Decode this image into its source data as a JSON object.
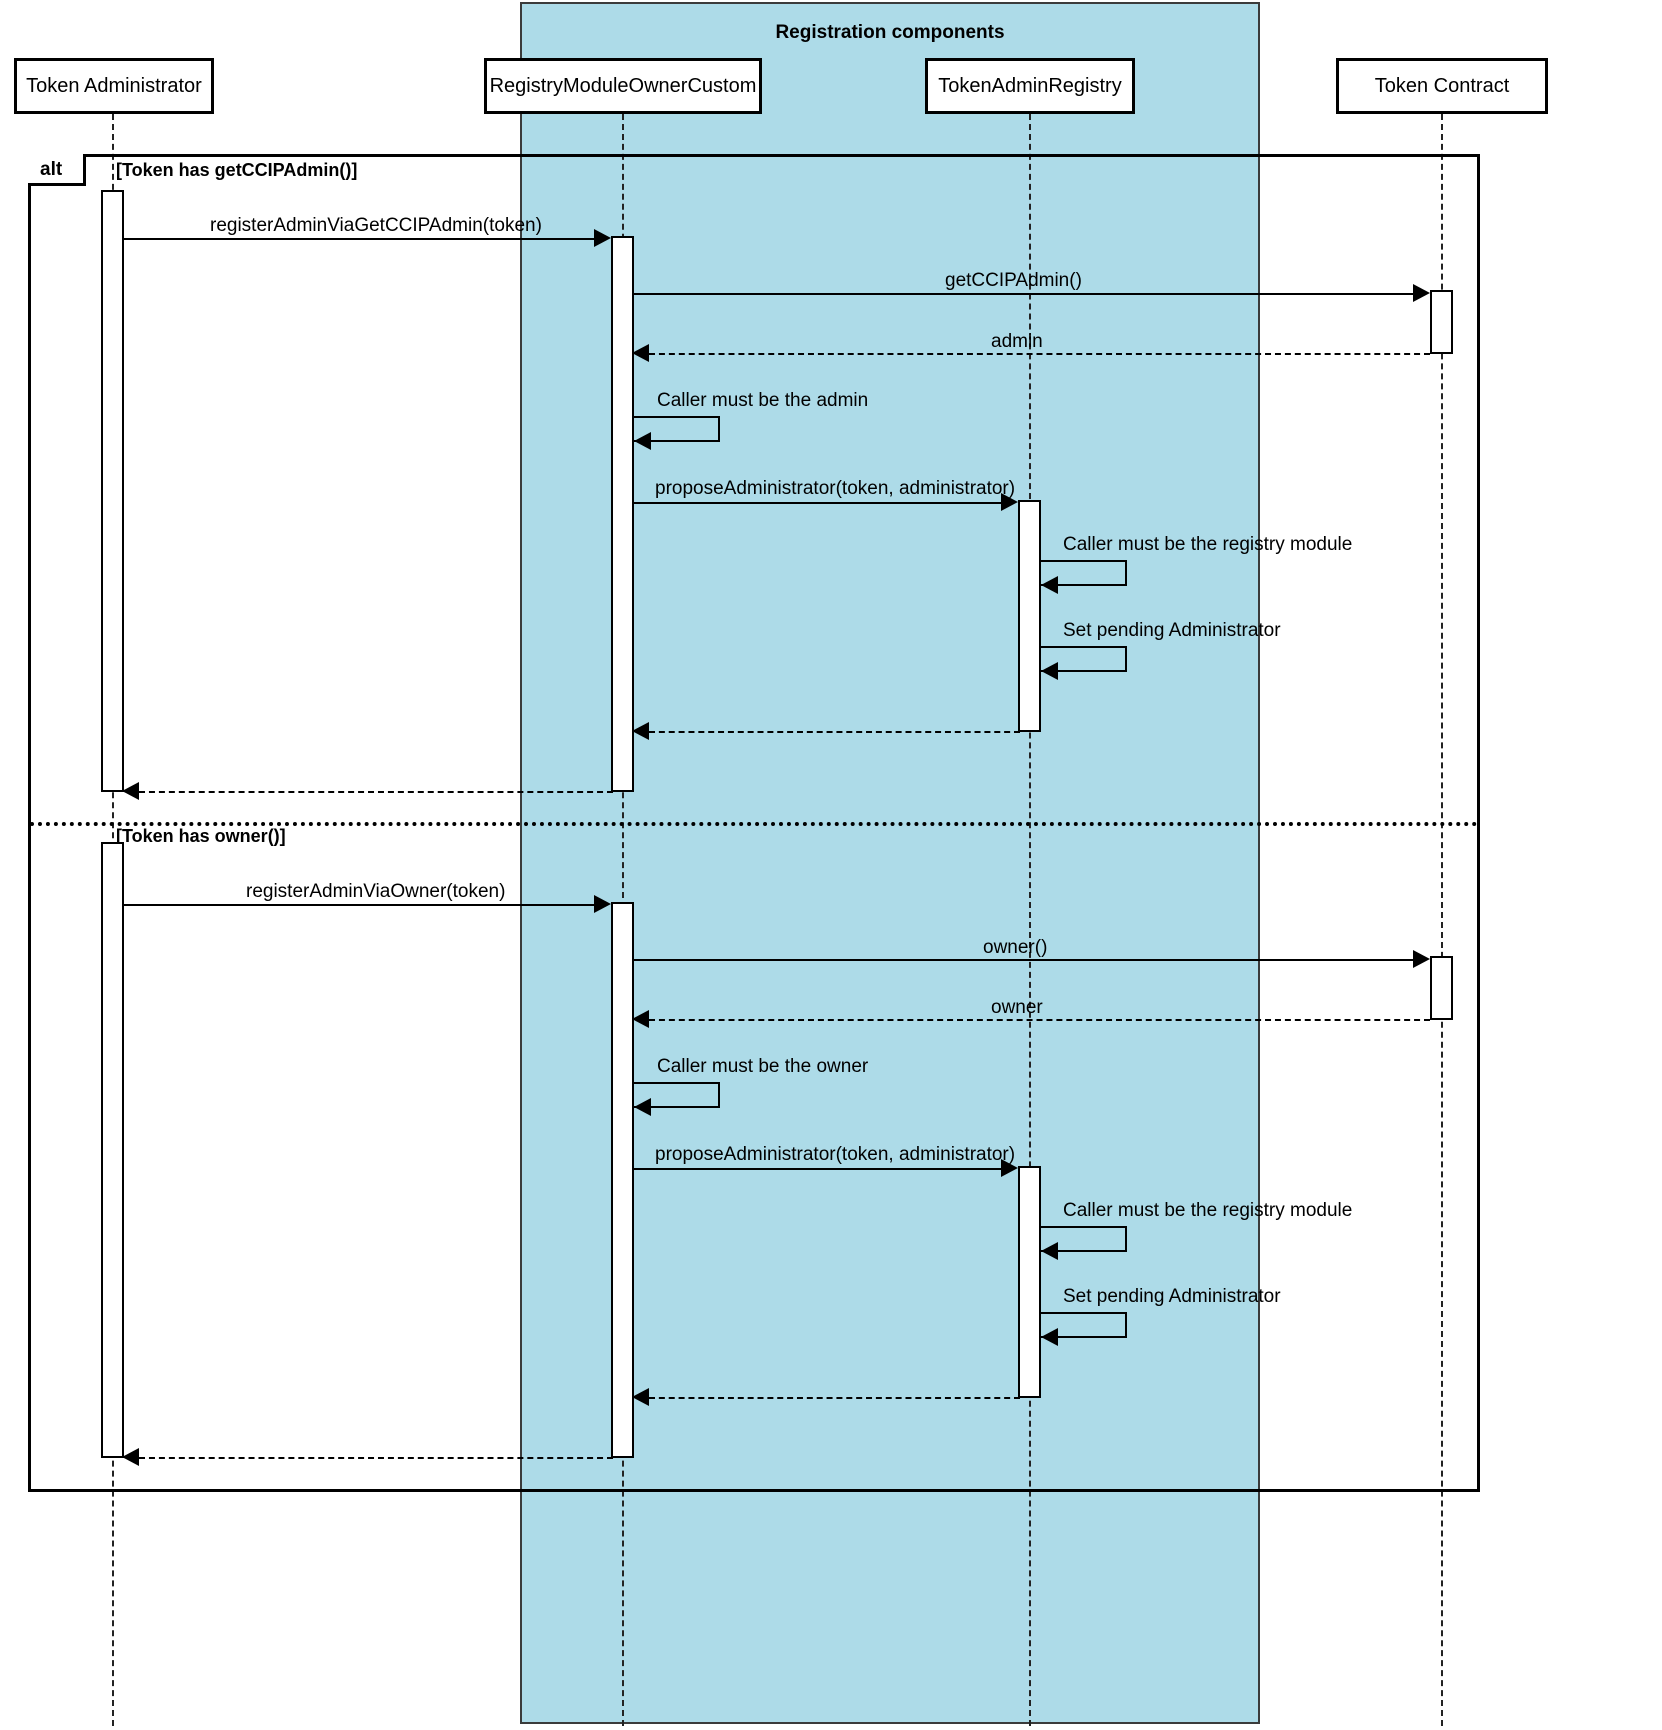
{
  "diagram": {
    "type": "uml-sequence-diagram",
    "group": {
      "title": "Registration components",
      "fill_color": "#addbe8",
      "members": [
        "RegistryModuleOwnerCustom",
        "TokenAdminRegistry"
      ]
    },
    "participants": [
      {
        "id": "admin",
        "label": "Token Administrator"
      },
      {
        "id": "registry_module",
        "label": "RegistryModuleOwnerCustom"
      },
      {
        "id": "token_admin_registry",
        "label": "TokenAdminRegistry"
      },
      {
        "id": "token_contract",
        "label": "Token Contract"
      }
    ],
    "fragment": {
      "operator": "alt",
      "branches": [
        {
          "guard": "[Token has getCCIPAdmin()]"
        },
        {
          "guard": "[Token has owner()]"
        }
      ]
    },
    "messages": [
      {
        "seq": 1,
        "from": "admin",
        "to": "registry_module",
        "label": "registerAdminViaGetCCIPAdmin(token)",
        "kind": "sync"
      },
      {
        "seq": 2,
        "from": "registry_module",
        "to": "token_contract",
        "label": "getCCIPAdmin()",
        "kind": "sync"
      },
      {
        "seq": 3,
        "from": "token_contract",
        "to": "registry_module",
        "label": "admin",
        "kind": "return"
      },
      {
        "seq": 4,
        "from": "registry_module",
        "to": "registry_module",
        "label": "Caller must be the admin",
        "kind": "self"
      },
      {
        "seq": 5,
        "from": "registry_module",
        "to": "token_admin_registry",
        "label": "proposeAdministrator(token, administrator)",
        "kind": "sync"
      },
      {
        "seq": 6,
        "from": "token_admin_registry",
        "to": "token_admin_registry",
        "label": "Caller must be the registry module",
        "kind": "self"
      },
      {
        "seq": 7,
        "from": "token_admin_registry",
        "to": "token_admin_registry",
        "label": "Set pending Administrator",
        "kind": "self"
      },
      {
        "seq": 8,
        "from": "token_admin_registry",
        "to": "registry_module",
        "label": "",
        "kind": "return"
      },
      {
        "seq": 9,
        "from": "registry_module",
        "to": "admin",
        "label": "",
        "kind": "return"
      },
      {
        "seq": 10,
        "from": "admin",
        "to": "registry_module",
        "label": "registerAdminViaOwner(token)",
        "kind": "sync"
      },
      {
        "seq": 11,
        "from": "registry_module",
        "to": "token_contract",
        "label": "owner()",
        "kind": "sync"
      },
      {
        "seq": 12,
        "from": "token_contract",
        "to": "registry_module",
        "label": "owner",
        "kind": "return"
      },
      {
        "seq": 13,
        "from": "registry_module",
        "to": "registry_module",
        "label": "Caller must be the owner",
        "kind": "self"
      },
      {
        "seq": 14,
        "from": "registry_module",
        "to": "token_admin_registry",
        "label": "proposeAdministrator(token, administrator)",
        "kind": "sync"
      },
      {
        "seq": 15,
        "from": "token_admin_registry",
        "to": "token_admin_registry",
        "label": "Caller must be the registry module",
        "kind": "self"
      },
      {
        "seq": 16,
        "from": "token_admin_registry",
        "to": "token_admin_registry",
        "label": "Set pending Administrator",
        "kind": "self"
      },
      {
        "seq": 17,
        "from": "token_admin_registry",
        "to": "registry_module",
        "label": "",
        "kind": "return"
      },
      {
        "seq": 18,
        "from": "registry_module",
        "to": "admin",
        "label": "",
        "kind": "return"
      }
    ]
  }
}
